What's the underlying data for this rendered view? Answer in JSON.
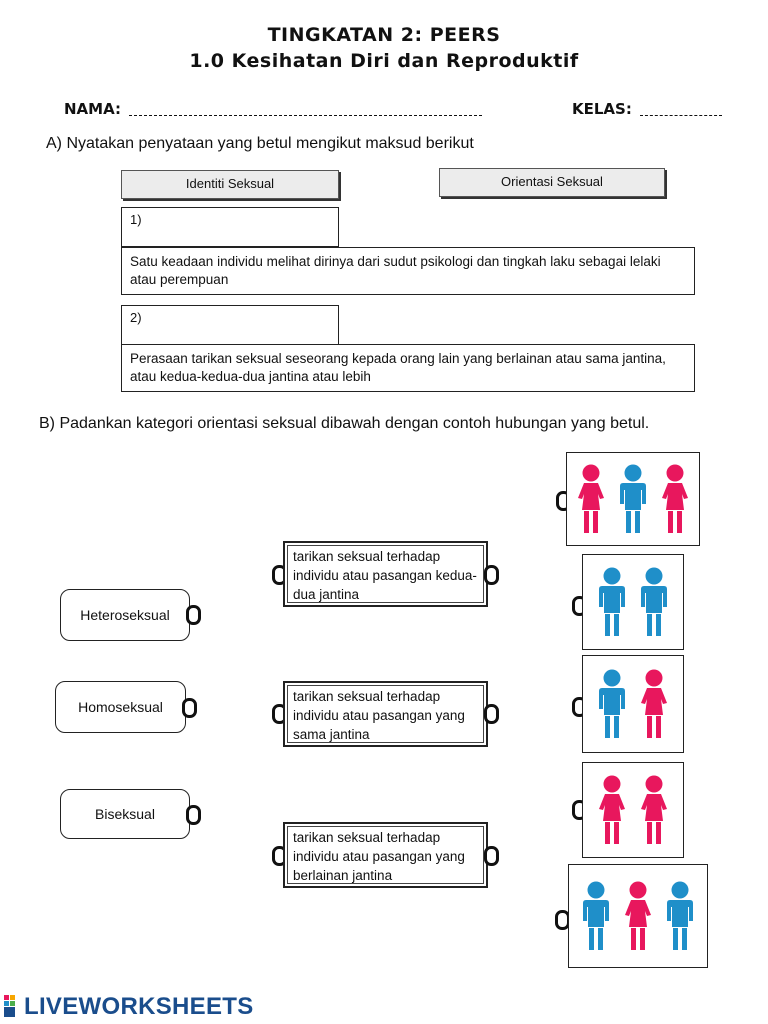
{
  "header": {
    "title_line1": "TINGKATAN 2: PEERS",
    "title_line2": "1.0 Kesihatan Diri dan Reproduktif",
    "nama_label": "NAMA:",
    "kelas_label": "KELAS:"
  },
  "section_a": {
    "question": "A) Nyatakan penyataan yang betul mengikut maksud berikut",
    "options": [
      "Identiti Seksual",
      "Orientasi Seksual"
    ],
    "items": [
      {
        "number": "1)",
        "definition": "Satu keadaan individu melihat dirinya dari sudut psikologi dan tingkah laku sebagai lelaki atau perempuan"
      },
      {
        "number": "2)",
        "definition": "Perasaan tarikan seksual seseorang kepada orang lain yang berlainan atau sama jantina, atau kedua-kedua-dua jantina atau lebih"
      }
    ]
  },
  "section_b": {
    "question": "B) Padankan kategori orientasi seksual dibawah dengan contoh hubungan yang betul.",
    "categories": [
      "Heteroseksual",
      "Homoseksual",
      "Biseksual"
    ],
    "descriptions": [
      "tarikan seksual terhadap individu atau pasangan kedua-dua jantina",
      "tarikan seksual terhadap individu atau pasangan yang sama jantina",
      "tarikan seksual terhadap individu atau pasangan yang berlainan jantina"
    ],
    "figure_groups": [
      [
        "female",
        "male",
        "female"
      ],
      [
        "male",
        "male"
      ],
      [
        "male",
        "female"
      ],
      [
        "female",
        "female"
      ],
      [
        "male",
        "female",
        "male"
      ]
    ],
    "colors": {
      "male": "#1f8fc9",
      "female": "#e8175d"
    }
  },
  "footer": {
    "logo_text": "LIVEWORKSHEETS"
  }
}
